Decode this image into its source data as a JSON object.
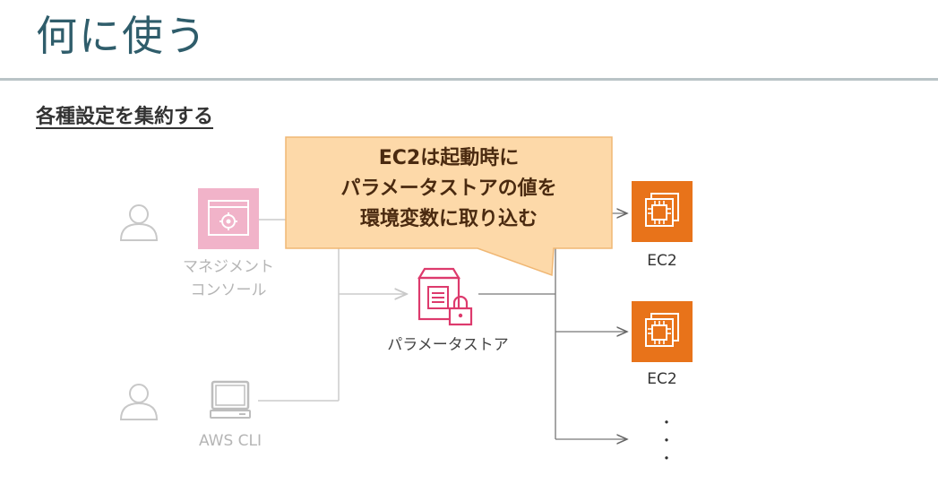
{
  "slide": {
    "title": "何に使う",
    "subtitle": "各種設定を集約する"
  },
  "nodes": {
    "console_label_line1": "マネジメント",
    "console_label_line2": "コンソール",
    "cli_label": "AWS CLI",
    "parameter_store_label": "パラメータストア",
    "ec2_label_1": "EC2",
    "ec2_label_2": "EC2",
    "more_dots": "・\n・\n・"
  },
  "callout": {
    "line1": "EC2は起動時に",
    "line2": "パラメータストアの値を",
    "line3": "環境変数に取り込む"
  },
  "colors": {
    "title": "#2f5d6b",
    "console_icon": "#f1b3c9",
    "parameter_store_icon": "#dd3a6d",
    "ec2_icon": "#e8731a",
    "callout_fill": "#fdd9a9",
    "callout_border": "#f0b774"
  },
  "icons": {
    "user": "user-icon",
    "console": "management-console-icon",
    "cli": "terminal-icon",
    "parameter_store": "parameter-store-icon",
    "ec2": "ec2-chip-icon"
  }
}
